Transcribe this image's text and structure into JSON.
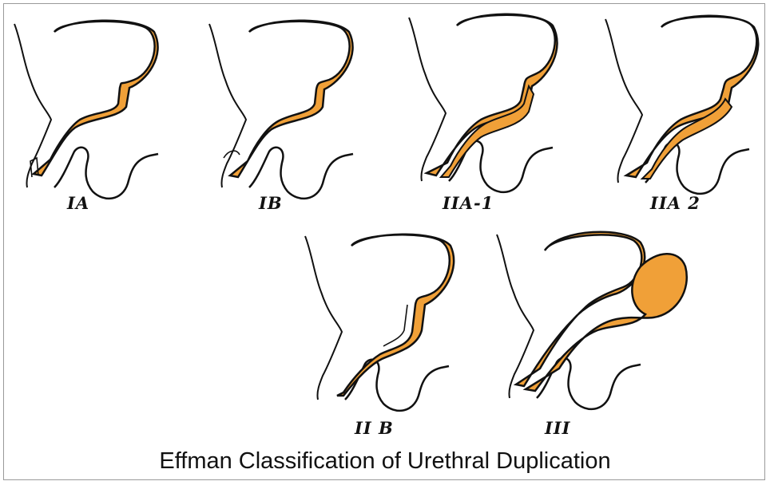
{
  "title": "Effman Classification of Urethral Duplication",
  "colors": {
    "bladder": "#F0A038",
    "outline": "#111111"
  },
  "panels": [
    {
      "id": "IA",
      "label": "IA"
    },
    {
      "id": "IB",
      "label": "IB"
    },
    {
      "id": "IIA-1",
      "label": "IIA-1"
    },
    {
      "id": "IIA2",
      "label": "IIA 2"
    },
    {
      "id": "IIB",
      "label": "II B"
    },
    {
      "id": "III",
      "label": "III"
    }
  ]
}
